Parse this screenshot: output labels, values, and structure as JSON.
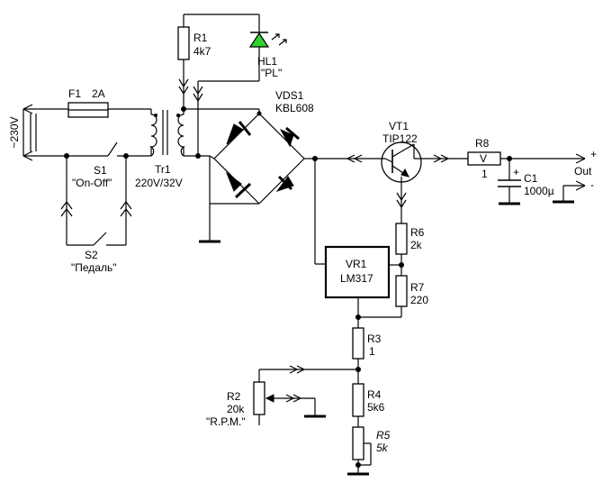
{
  "labels": {
    "mains": "~230V",
    "f1": "F1",
    "f1_value": "2A",
    "s1": "S1",
    "s1_name": "\"On-Off\"",
    "s2": "S2",
    "s2_name": "\"Педаль\"",
    "tr1": "Tr1",
    "tr1_value": "220V/32V",
    "r1": "R1",
    "r1_value": "4k7",
    "hl1": "HL1",
    "hl1_name": "\"PL\"",
    "vds1": "VDS1",
    "vds1_value": "KBL608",
    "vt1": "VT1",
    "vt1_value": "TIP122",
    "r8": "R8",
    "r8_value": "1",
    "r8_mark": "V",
    "c1": "C1",
    "c1_value": "1000µ",
    "c1_plus": "+",
    "out": "Out",
    "out_plus": "+",
    "out_minus": "-",
    "vr1": "VR1",
    "vr1_value": "LM317",
    "r6": "R6",
    "r6_value": "2k",
    "r7": "R7",
    "r7_value": "220",
    "r3": "R3",
    "r3_value": "1",
    "r2": "R2",
    "r2_value": "20k",
    "r2_name": "\"R.P.M.\"",
    "r4": "R4",
    "r4_value": "5k6",
    "r5": "R5",
    "r5_value": "5k"
  }
}
